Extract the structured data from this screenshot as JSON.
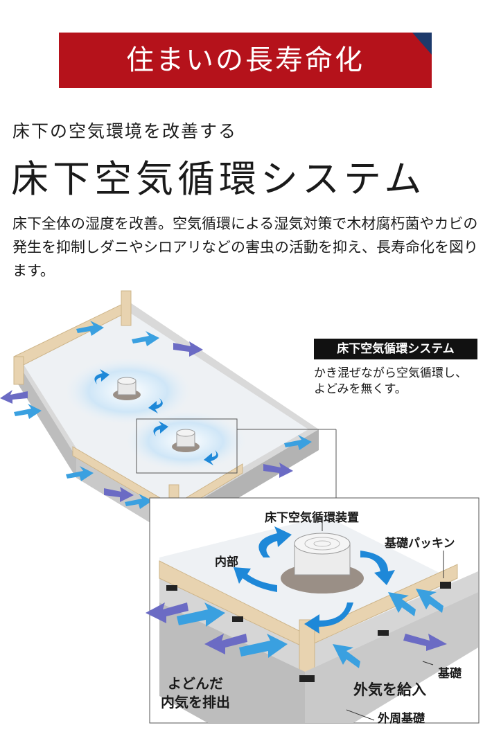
{
  "banner": {
    "title": "住まいの長寿命化",
    "color": "#b5121b",
    "fold_color": "#1d3a6b"
  },
  "subtitle": "床下の空気環境を改善する",
  "main_title": "床下空気循環システム",
  "description": "床下全体の湿度を改善。空気循環による湿気対策で木材腐朽菌やカビの発生を抑制しダニやシロアリなどの害虫の活動を抑え、長寿命化を図ります。",
  "legend": {
    "badge": "床下空気循環システム",
    "text_line1": "かき混ぜながら空気循環し、",
    "text_line2": "よどみを無くす。"
  },
  "labels": {
    "device": "床下空気循環装置",
    "packing": "基礎パッキン",
    "inside": "内部",
    "foundation": "基礎",
    "intake": "外気を給入",
    "exhaust_line1": "よどんだ",
    "exhaust_line2": "内気を排出",
    "outer_foundation": "外周基礎"
  },
  "colors": {
    "intake_arrow": "#3aa0e0",
    "exhaust_arrow": "#6b6bc4",
    "timber": "#e8d3b0",
    "concrete": "#c8c8c8"
  }
}
